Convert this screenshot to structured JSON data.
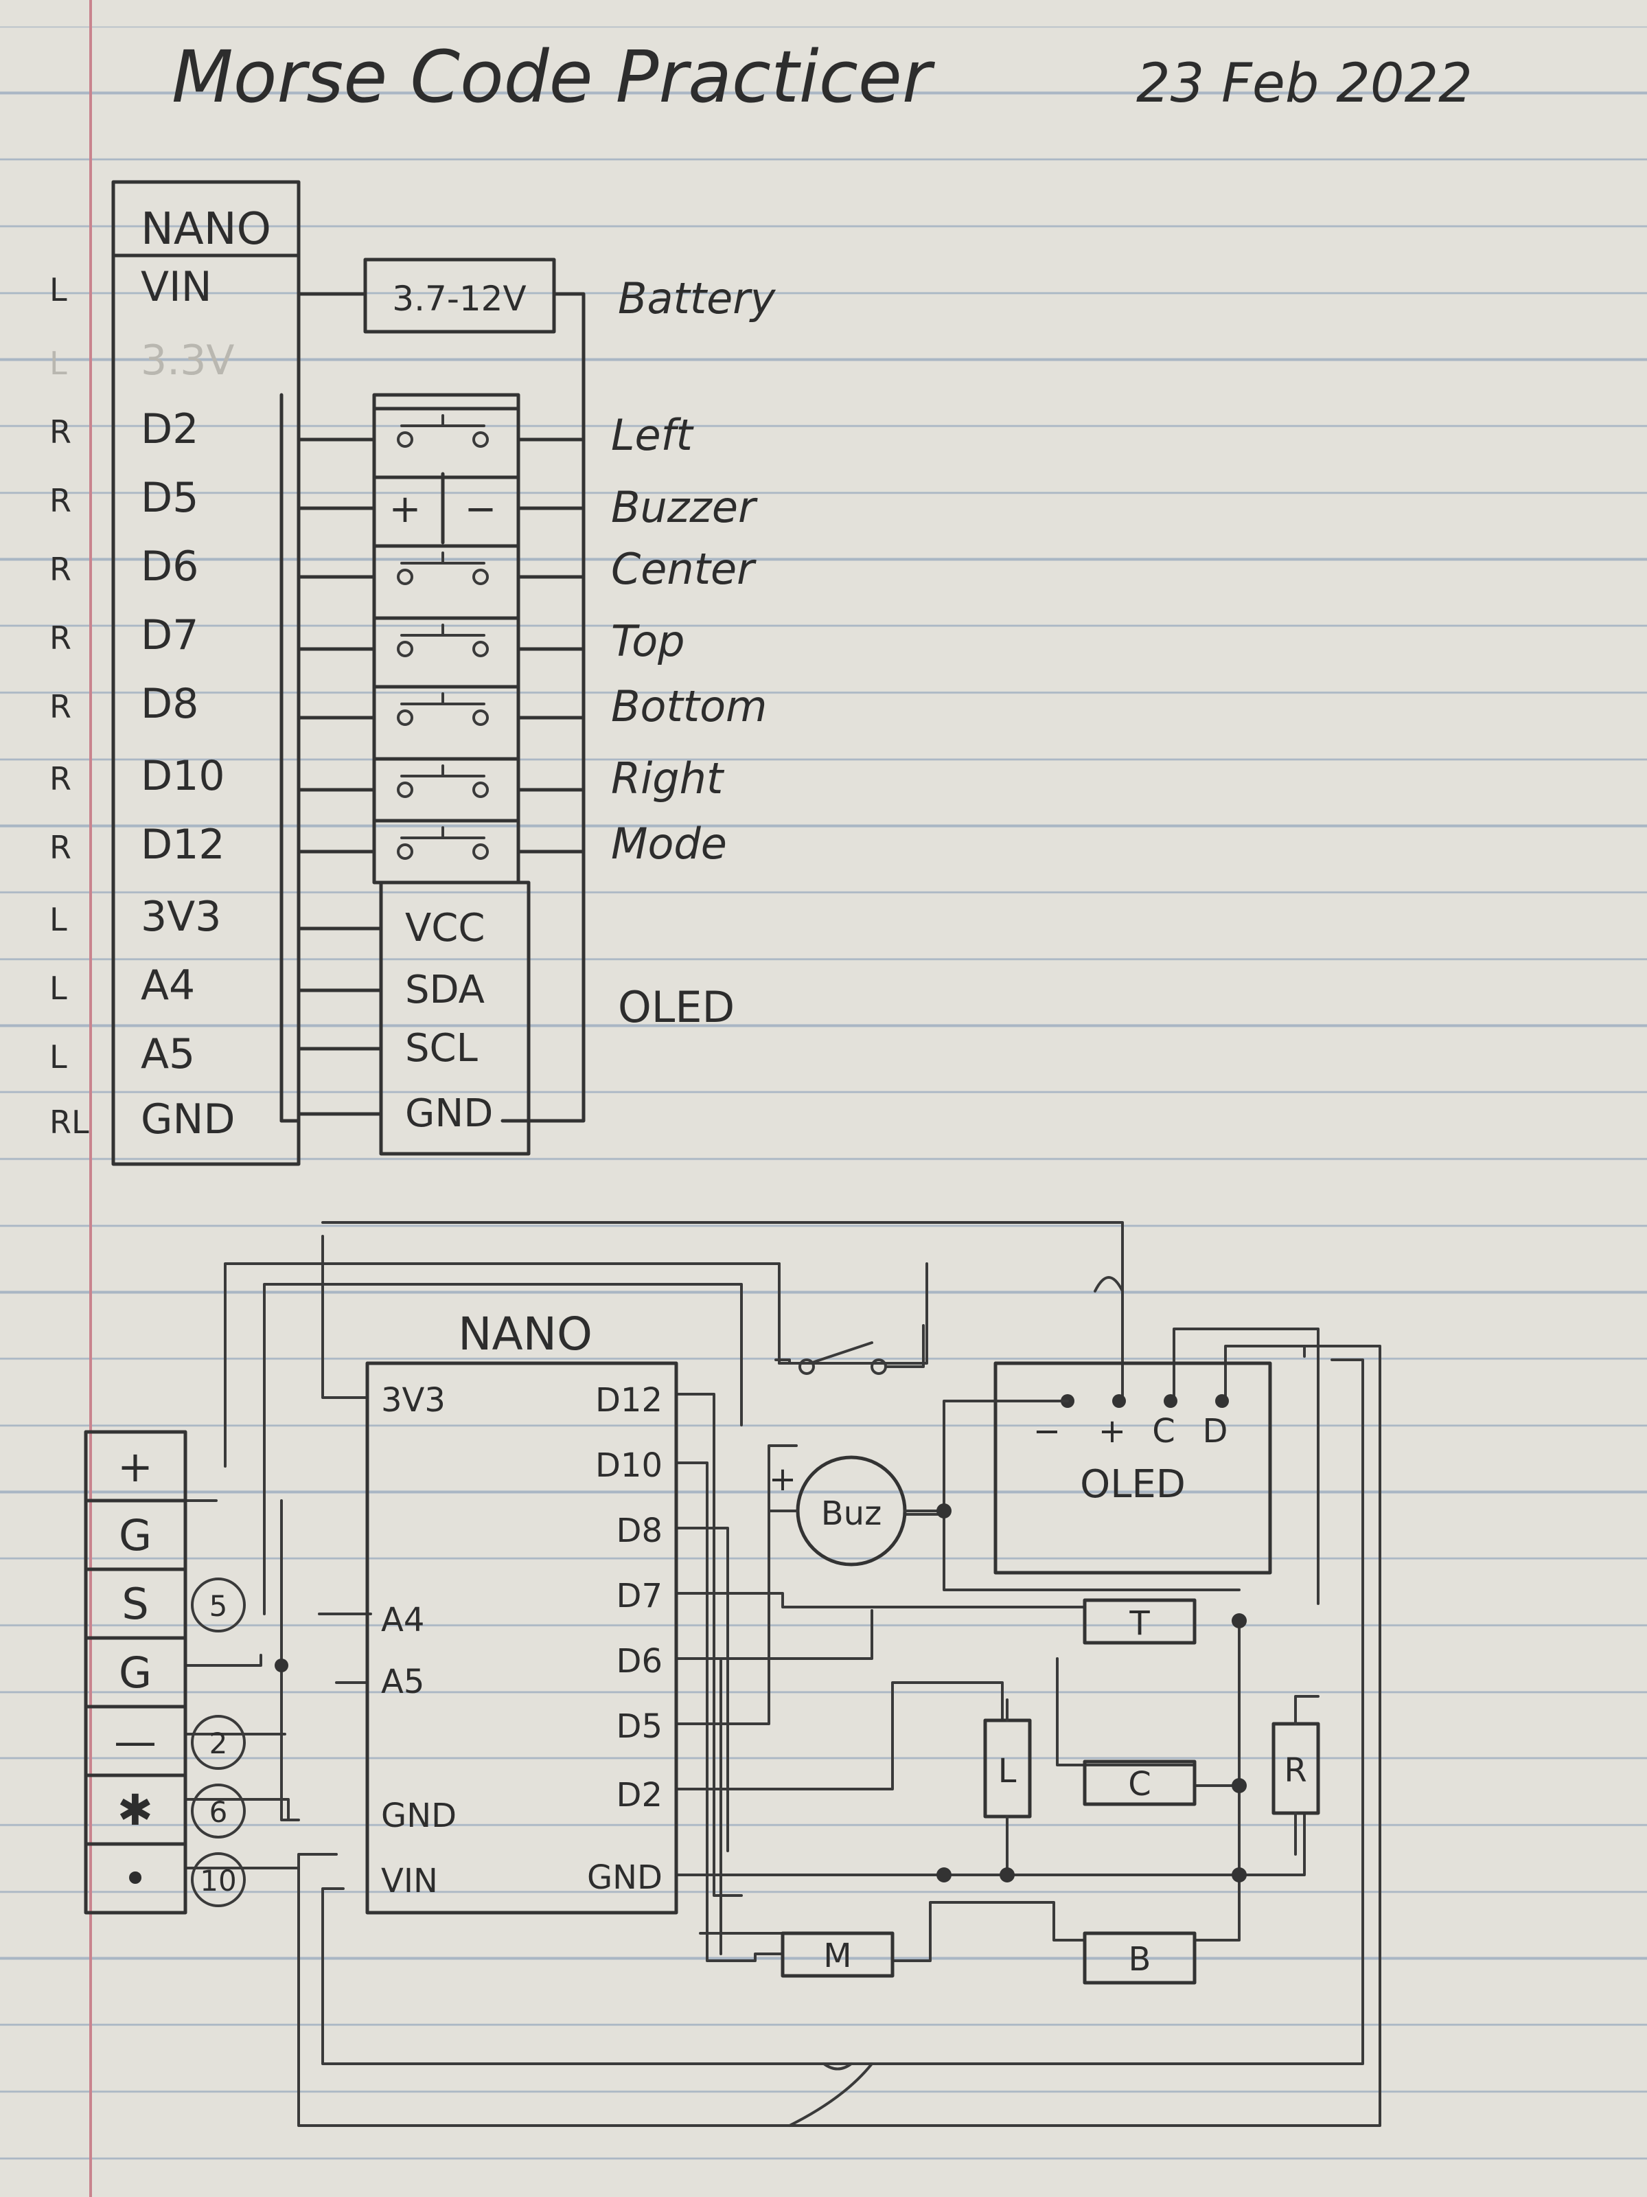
{
  "header": {
    "title": "Morse Code Practicer",
    "date": "23 Feb 2022"
  },
  "pin_table": {
    "header": "NANO",
    "rows": [
      {
        "side": "L",
        "pin": "VIN",
        "faded": false
      },
      {
        "side": "L",
        "pin": "3.3V",
        "faded": true
      },
      {
        "side": "R",
        "pin": "D2",
        "faded": false
      },
      {
        "side": "R",
        "pin": "D5",
        "faded": false
      },
      {
        "side": "R",
        "pin": "D6",
        "faded": false
      },
      {
        "side": "R",
        "pin": "D7",
        "faded": false
      },
      {
        "side": "R",
        "pin": "D8",
        "faded": false
      },
      {
        "side": "R",
        "pin": "D10",
        "faded": false
      },
      {
        "side": "R",
        "pin": "D12",
        "faded": false
      },
      {
        "side": "L",
        "pin": "3V3",
        "faded": false
      },
      {
        "side": "L",
        "pin": "A4",
        "faded": false
      },
      {
        "side": "L",
        "pin": "A5",
        "faded": false
      },
      {
        "side": "RL",
        "pin": "GND",
        "faded": false
      }
    ],
    "battery": {
      "voltage": "3.7-12V",
      "label": "Battery"
    },
    "buzzer": {
      "plus": "+",
      "minus": "−"
    },
    "component_labels": [
      "Left",
      "Buzzer",
      "Center",
      "Top",
      "Bottom",
      "Right",
      "Mode"
    ],
    "oled_pins": [
      "VCC",
      "SDA",
      "SCL",
      "GND"
    ],
    "oled_label": "OLED"
  },
  "schematic": {
    "nano_label": "NANO",
    "left_pins": [
      "3V3",
      "A4",
      "A5",
      "GND",
      "VIN"
    ],
    "right_pins": [
      "D12",
      "D10",
      "D8",
      "D7",
      "D6",
      "D5",
      "D2",
      "GND"
    ],
    "connector": [
      {
        "symbol": "+",
        "num": ""
      },
      {
        "symbol": "G",
        "num": ""
      },
      {
        "symbol": "S",
        "num": "5"
      },
      {
        "symbol": "G",
        "num": ""
      },
      {
        "symbol": "—",
        "num": "2"
      },
      {
        "symbol": "✱",
        "num": "6"
      },
      {
        "symbol": "•",
        "num": "10"
      }
    ],
    "oled_label": "OLED",
    "oled_pins": [
      "−",
      "+",
      "C",
      "D"
    ],
    "buzzer_label": "Buz",
    "buzzer_plus": "+",
    "buttons": {
      "top": "T",
      "left": "L",
      "center": "C",
      "right": "R",
      "mode": "M",
      "bottom": "B"
    }
  }
}
